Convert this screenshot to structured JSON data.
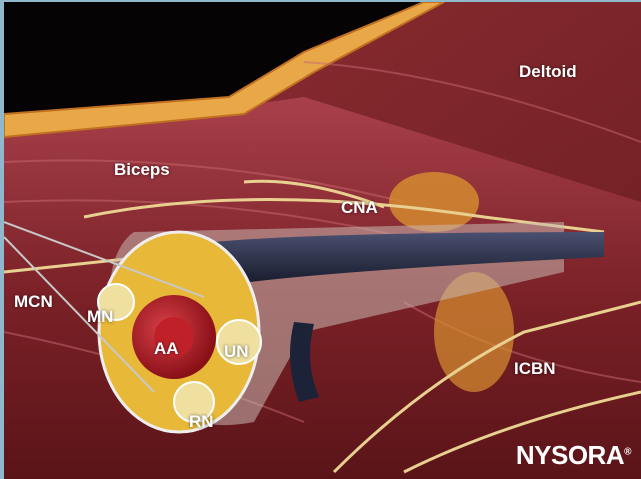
{
  "labels": {
    "deltoid": "Deltoid",
    "biceps": "Biceps",
    "cna": "CNA",
    "mcn": "MCN",
    "mn": "MN",
    "aa": "AA",
    "un": "UN",
    "rn": "RN",
    "icbn": "ICBN"
  },
  "logo": {
    "text": "NYSORA",
    "mark": "®"
  },
  "colors": {
    "muscle": "#8a2a2e",
    "fat": "#e0a030",
    "nerve": "#e8d8a0",
    "artery": "#b01a22",
    "vein": "#1e2440",
    "frame": "#8fb8cc"
  }
}
